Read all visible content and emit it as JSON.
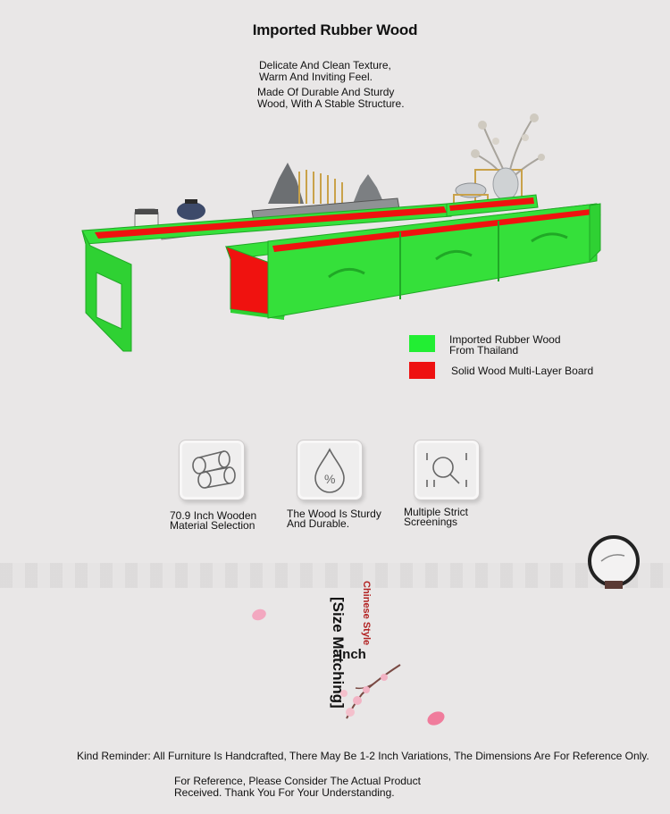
{
  "header": {
    "title": "Imported Rubber Wood",
    "desc1_line1": "Delicate And Clean Texture,",
    "desc1_line2": "Warm And Inviting Feel.",
    "desc2_line1": "Made Of Durable And Sturdy",
    "desc2_line2": "Wood, With A Stable Structure."
  },
  "colors": {
    "frame_green": "#35e03a",
    "panel_red": "#f0120f",
    "legend_green": "#22ee33",
    "legend_red": "#ee1111",
    "accent_red": "#b22222"
  },
  "legend": {
    "item1_line1": "Imported Rubber Wood",
    "item1_line2": "From Thailand",
    "item2": "Solid Wood Multi-Layer Board"
  },
  "features": [
    {
      "icon": "wood-logs-icon",
      "line1": "70.9 Inch Wooden",
      "line2": "Material Selection"
    },
    {
      "icon": "water-drop-percent-icon",
      "line1": "The Wood Is Sturdy",
      "line2": "And Durable."
    },
    {
      "icon": "magnifier-inspection-icon",
      "line1": "Multiple Strict",
      "line2": "Screenings"
    }
  ],
  "size_section": {
    "vertical_title": "[Size Matching]",
    "vertical_subtitle": "Chinese Style",
    "unit": "Inch"
  },
  "notes": {
    "reminder": "Kind Reminder: All Furniture Is Handcrafted, There May Be 1-2 Inch Variations, The Dimensions Are For Reference Only.",
    "reference_line1": "For Reference, Please Consider The Actual Product",
    "reference_line2": "Received. Thank You For Your Understanding."
  }
}
